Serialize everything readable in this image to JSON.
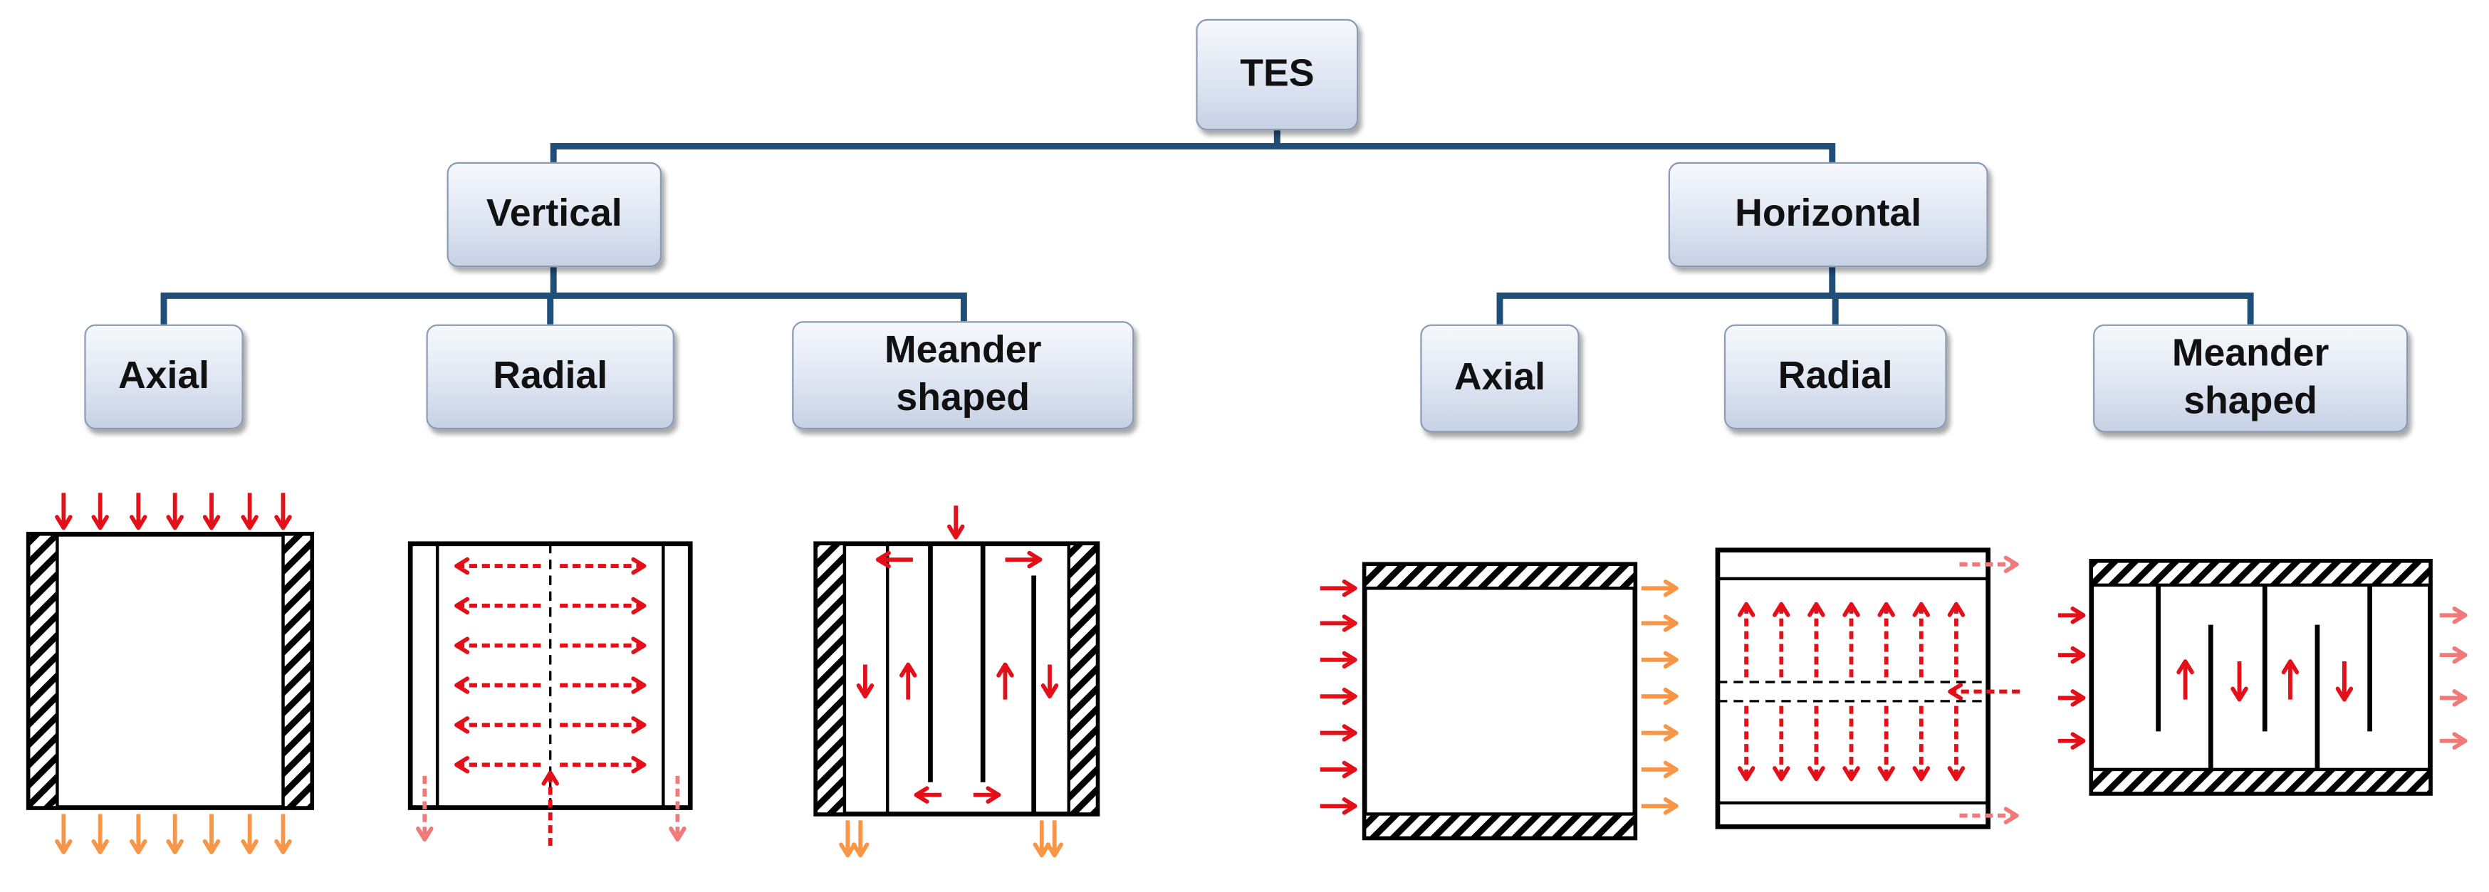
{
  "tree": {
    "root": {
      "label": "TES"
    },
    "vertical": {
      "label": "Vertical",
      "children": [
        {
          "label": "Axial"
        },
        {
          "label": "Radial"
        },
        {
          "label": "Meander\nshaped"
        }
      ]
    },
    "horizontal": {
      "label": "Horizontal",
      "children": [
        {
          "label": "Axial"
        },
        {
          "label": "Radial"
        },
        {
          "label": "Meander\nshaped"
        }
      ]
    }
  },
  "colors": {
    "connector": "#1f4e79",
    "node_border": "#8a9bb5",
    "inflow_arrow": "#e3101a",
    "outflow_arrow": "#f79646",
    "outflow_light": "#f07a7a",
    "wall": "#000000"
  }
}
